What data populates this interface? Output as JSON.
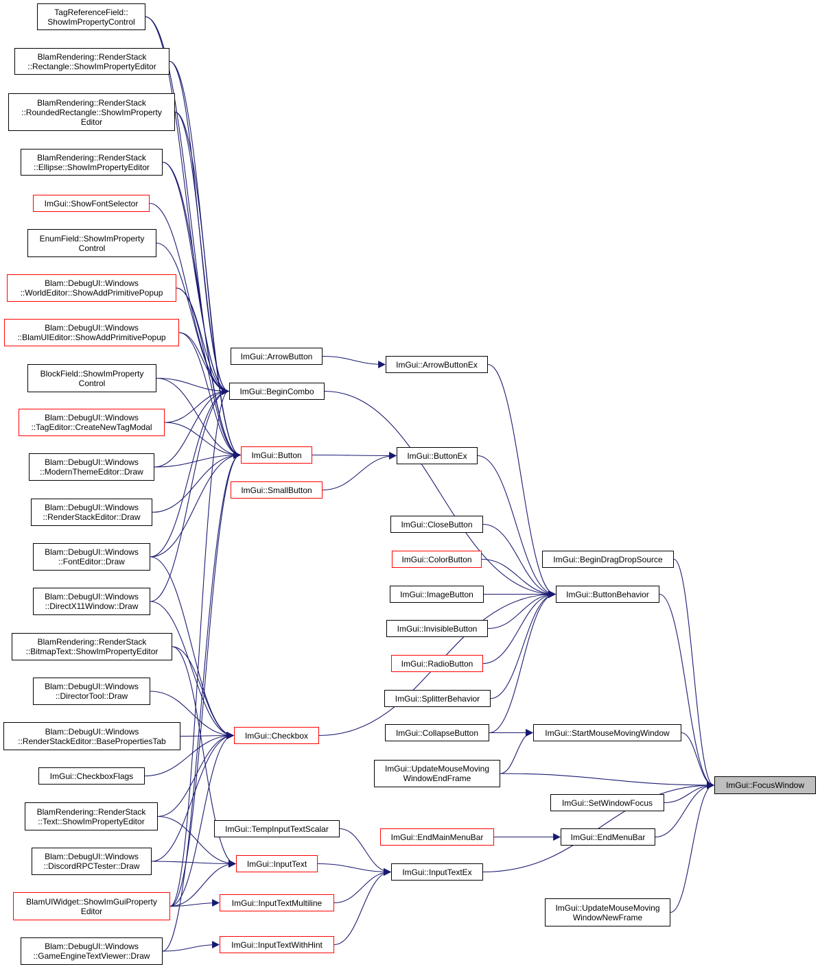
{
  "colors": {
    "edge": "#191970",
    "node_border": "#000000",
    "truncated_border": "#ff0000",
    "root_fill": "#bfbfbf"
  },
  "nodes": {
    "focusWindow": {
      "lines": [
        "ImGui::FocusWindow"
      ]
    },
    "tagRefField": {
      "lines": [
        "TagReferenceField::",
        "ShowImPropertyControl"
      ]
    },
    "rectangle": {
      "lines": [
        "BlamRendering::RenderStack",
        "::Rectangle::ShowImPropertyEditor"
      ]
    },
    "roundedRect": {
      "lines": [
        "BlamRendering::RenderStack",
        "::RoundedRectangle::ShowImProperty",
        "Editor"
      ]
    },
    "ellipse": {
      "lines": [
        "BlamRendering::RenderStack",
        "::Ellipse::ShowImPropertyEditor"
      ]
    },
    "showFontSelector": {
      "lines": [
        "ImGui::ShowFontSelector"
      ]
    },
    "enumField": {
      "lines": [
        "EnumField::ShowImProperty",
        "Control"
      ]
    },
    "worldEditor": {
      "lines": [
        "Blam::DebugUI::Windows",
        "::WorldEditor::ShowAddPrimitivePopup"
      ]
    },
    "blamUIEditor": {
      "lines": [
        "Blam::DebugUI::Windows",
        "::BlamUIEditor::ShowAddPrimitivePopup"
      ]
    },
    "blockField": {
      "lines": [
        "BlockField::ShowImProperty",
        "Control"
      ]
    },
    "tagEditor": {
      "lines": [
        "Blam::DebugUI::Windows",
        "::TagEditor::CreateNewTagModal"
      ]
    },
    "modernTheme": {
      "lines": [
        "Blam::DebugUI::Windows",
        "::ModernThemeEditor::Draw"
      ]
    },
    "renderStackEditor": {
      "lines": [
        "Blam::DebugUI::Windows",
        "::RenderStackEditor::Draw"
      ]
    },
    "fontEditor": {
      "lines": [
        "Blam::DebugUI::Windows",
        "::FontEditor::Draw"
      ]
    },
    "directX11": {
      "lines": [
        "Blam::DebugUI::Windows",
        "::DirectX11Window::Draw"
      ]
    },
    "bitmapText": {
      "lines": [
        "BlamRendering::RenderStack",
        "::BitmapText::ShowImPropertyEditor"
      ]
    },
    "directorTool": {
      "lines": [
        "Blam::DebugUI::Windows",
        "::DirectorTool::Draw"
      ]
    },
    "baseProps": {
      "lines": [
        "Blam::DebugUI::Windows",
        "::RenderStackEditor::BasePropertiesTab"
      ]
    },
    "checkboxFlags": {
      "lines": [
        "ImGui::CheckboxFlags"
      ]
    },
    "textProp": {
      "lines": [
        "BlamRendering::RenderStack",
        "::Text::ShowImPropertyEditor"
      ]
    },
    "discordRPC": {
      "lines": [
        "Blam::DebugUI::Windows",
        "::DiscordRPCTester::Draw"
      ]
    },
    "blamUIWidget": {
      "lines": [
        "BlamUIWidget::ShowImGuiProperty",
        "Editor"
      ]
    },
    "gameEngineText": {
      "lines": [
        "Blam::DebugUI::Windows",
        "::GameEngineTextViewer::Draw"
      ]
    },
    "arrowButton": {
      "lines": [
        "ImGui::ArrowButton"
      ]
    },
    "beginCombo": {
      "lines": [
        "ImGui::BeginCombo"
      ]
    },
    "button": {
      "lines": [
        "ImGui::Button"
      ]
    },
    "smallButton": {
      "lines": [
        "ImGui::SmallButton"
      ]
    },
    "checkbox": {
      "lines": [
        "ImGui::Checkbox"
      ]
    },
    "tempInputTextScalar": {
      "lines": [
        "ImGui::TempInputTextScalar"
      ]
    },
    "inputText": {
      "lines": [
        "ImGui::InputText"
      ]
    },
    "inputTextMultiline": {
      "lines": [
        "ImGui::InputTextMultiline"
      ]
    },
    "inputTextWithHint": {
      "lines": [
        "ImGui::InputTextWithHint"
      ]
    },
    "updateEndFrame": {
      "lines": [
        "ImGui::UpdateMouseMoving",
        "WindowEndFrame"
      ]
    },
    "arrowButtonEx": {
      "lines": [
        "ImGui::ArrowButtonEx"
      ]
    },
    "buttonEx": {
      "lines": [
        "ImGui::ButtonEx"
      ]
    },
    "closeButton": {
      "lines": [
        "ImGui::CloseButton"
      ]
    },
    "colorButton": {
      "lines": [
        "ImGui::ColorButton"
      ]
    },
    "imageButton": {
      "lines": [
        "ImGui::ImageButton"
      ]
    },
    "invisibleButton": {
      "lines": [
        "ImGui::InvisibleButton"
      ]
    },
    "radioButton": {
      "lines": [
        "ImGui::RadioButton"
      ]
    },
    "splitterBehavior": {
      "lines": [
        "ImGui::SplitterBehavior"
      ]
    },
    "collapseButton": {
      "lines": [
        "ImGui::CollapseButton"
      ]
    },
    "endMainMenuBar": {
      "lines": [
        "ImGui::EndMainMenuBar"
      ]
    },
    "inputTextEx": {
      "lines": [
        "ImGui::InputTextEx"
      ]
    },
    "beginDragDrop": {
      "lines": [
        "ImGui::BeginDragDropSource"
      ]
    },
    "buttonBehavior": {
      "lines": [
        "ImGui::ButtonBehavior"
      ]
    },
    "startMouseMoving": {
      "lines": [
        "ImGui::StartMouseMovingWindow"
      ]
    },
    "setWindowFocus": {
      "lines": [
        "ImGui::SetWindowFocus"
      ]
    },
    "endMenuBar": {
      "lines": [
        "ImGui::EndMenuBar"
      ]
    },
    "updateNewFrame": {
      "lines": [
        "ImGui::UpdateMouseMoving",
        "WindowNewFrame"
      ]
    }
  },
  "edges": [
    [
      "arrowButton",
      "arrowButtonEx"
    ],
    [
      "arrowButtonEx",
      "buttonBehavior"
    ],
    [
      "beginCombo",
      "buttonBehavior"
    ],
    [
      "button",
      "buttonEx"
    ],
    [
      "smallButton",
      "buttonEx"
    ],
    [
      "buttonEx",
      "buttonBehavior"
    ],
    [
      "checkbox",
      "buttonBehavior"
    ],
    [
      "closeButton",
      "buttonBehavior"
    ],
    [
      "colorButton",
      "buttonBehavior"
    ],
    [
      "imageButton",
      "buttonBehavior"
    ],
    [
      "invisibleButton",
      "buttonBehavior"
    ],
    [
      "radioButton",
      "buttonBehavior"
    ],
    [
      "splitterBehavior",
      "buttonBehavior"
    ],
    [
      "collapseButton",
      "buttonBehavior"
    ],
    [
      "collapseButton",
      "startMouseMoving"
    ],
    [
      "updateEndFrame",
      "startMouseMoving"
    ],
    [
      "buttonBehavior",
      "focusWindow"
    ],
    [
      "beginDragDrop",
      "focusWindow"
    ],
    [
      "startMouseMoving",
      "focusWindow"
    ],
    [
      "updateEndFrame",
      "focusWindow"
    ],
    [
      "setWindowFocus",
      "focusWindow"
    ],
    [
      "endMenuBar",
      "focusWindow"
    ],
    [
      "inputTextEx",
      "focusWindow"
    ],
    [
      "updateNewFrame",
      "focusWindow"
    ],
    [
      "endMainMenuBar",
      "endMenuBar"
    ],
    [
      "tempInputTextScalar",
      "inputTextEx"
    ],
    [
      "inputText",
      "inputTextEx"
    ],
    [
      "inputTextMultiline",
      "inputTextEx"
    ],
    [
      "inputTextWithHint",
      "inputTextEx"
    ],
    [
      "tagRefField",
      "beginCombo"
    ],
    [
      "rectangle",
      "beginCombo"
    ],
    [
      "roundedRect",
      "beginCombo"
    ],
    [
      "ellipse",
      "beginCombo"
    ],
    [
      "showFontSelector",
      "beginCombo"
    ],
    [
      "enumField",
      "beginCombo"
    ],
    [
      "worldEditor",
      "beginCombo"
    ],
    [
      "blamUIEditor",
      "beginCombo"
    ],
    [
      "blockField",
      "beginCombo"
    ],
    [
      "tagEditor",
      "beginCombo"
    ],
    [
      "modernTheme",
      "beginCombo"
    ],
    [
      "fontEditor",
      "beginCombo"
    ],
    [
      "directX11",
      "beginCombo"
    ],
    [
      "blamUIWidget",
      "beginCombo"
    ],
    [
      "tagRefField",
      "button"
    ],
    [
      "rectangle",
      "button"
    ],
    [
      "roundedRect",
      "button"
    ],
    [
      "ellipse",
      "button"
    ],
    [
      "worldEditor",
      "button"
    ],
    [
      "blamUIEditor",
      "button"
    ],
    [
      "blockField",
      "button"
    ],
    [
      "tagEditor",
      "button"
    ],
    [
      "modernTheme",
      "button"
    ],
    [
      "renderStackEditor",
      "button"
    ],
    [
      "fontEditor",
      "button"
    ],
    [
      "blamUIWidget",
      "button"
    ],
    [
      "gameEngineText",
      "button"
    ],
    [
      "fontEditor",
      "checkbox"
    ],
    [
      "directX11",
      "checkbox"
    ],
    [
      "bitmapText",
      "checkbox"
    ],
    [
      "directorTool",
      "checkbox"
    ],
    [
      "baseProps",
      "checkbox"
    ],
    [
      "checkboxFlags",
      "checkbox"
    ],
    [
      "textProp",
      "checkbox"
    ],
    [
      "discordRPC",
      "checkbox"
    ],
    [
      "blamUIWidget",
      "checkbox"
    ],
    [
      "bitmapText",
      "inputText"
    ],
    [
      "textProp",
      "inputText"
    ],
    [
      "discordRPC",
      "inputText"
    ],
    [
      "blamUIWidget",
      "inputText"
    ],
    [
      "blamUIWidget",
      "inputTextMultiline"
    ],
    [
      "gameEngineText",
      "inputTextWithHint"
    ]
  ]
}
